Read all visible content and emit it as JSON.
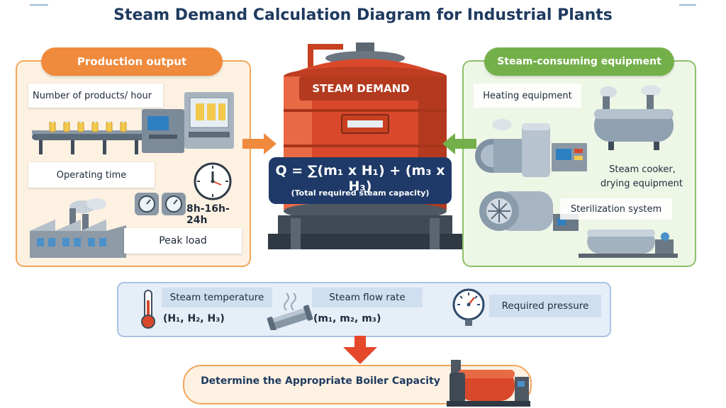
{
  "title": "Steam Demand Calculation Diagram for Industrial Plants",
  "production": {
    "header": "Production output",
    "products_per_hour": "Number of products/ hour",
    "operating_time": "Operating time",
    "shifts": "8h-16h-24h",
    "peak_load": "Peak load"
  },
  "center": {
    "label": "STEAM DEMAND",
    "formula": "Q = ∑(m₁ x H₁) + (m₃ x H₃)",
    "formula_caption": "(Total required steam capacity)"
  },
  "equipment": {
    "header": "Steam-consuming equipment",
    "heating": "Heating equipment",
    "cooker_line1": "Steam cooker,",
    "cooker_line2": "drying equipment",
    "sterilization": "Sterilization system"
  },
  "parameters": {
    "temperature_label": "Steam temperature",
    "temperature_symbols": "(H₁, H₂, H₃)",
    "flow_label": "Steam flow rate",
    "flow_symbols": "(m₁, m₂, m₃)",
    "pressure_label": "Required pressure"
  },
  "result": "Determine the Appropriate Boiler Capacity",
  "colors": {
    "orange_accent": "#f08a3c",
    "green_accent": "#74b04a",
    "navy": "#1f3a68",
    "tank_red": "#d9482b"
  }
}
